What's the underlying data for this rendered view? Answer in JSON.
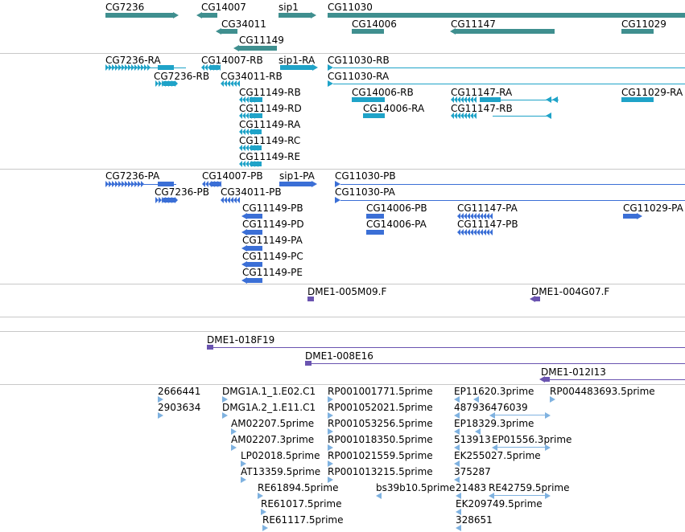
{
  "colors": {
    "gene": "#3f8f8f",
    "transcript": "#1fa3c8",
    "protein": "#3b6fd6",
    "bac_end": "#6a54b0",
    "bac": "#6a54b0",
    "est": "#7fb2e0"
  },
  "tracks": {
    "genes": {
      "labels": [
        "CG7236",
        "CG14007",
        "sip1",
        "CG11030",
        "CG34011",
        "CG14006",
        "CG11147",
        "CG11029",
        "CG11149"
      ]
    },
    "transcripts": {
      "labels": [
        "CG7236-RA",
        "CG14007-RB",
        "sip1-RA",
        "CG11030-RB",
        "CG7236-RB",
        "CG34011-RB",
        "CG11030-RA",
        "CG11149-RB",
        "CG14006-RB",
        "CG11147-RA",
        "CG11029-RA",
        "CG11149-RD",
        "CG14006-RA",
        "CG11147-RB",
        "CG11149-RA",
        "CG11149-RC",
        "CG11149-RE"
      ]
    },
    "proteins": {
      "labels": [
        "CG7236-PA",
        "CG14007-PB",
        "sip1-PA",
        "CG11030-PB",
        "CG7236-PB",
        "CG34011-PB",
        "CG11030-PA",
        "CG11149-PB",
        "CG14006-PB",
        "CG11147-PA",
        "CG11029-PA",
        "CG11149-PD",
        "CG14006-PA",
        "CG11147-PB",
        "CG11149-PA",
        "CG11149-PC",
        "CG11149-PE"
      ]
    },
    "bac_ends": {
      "labels": [
        "DME1-005M09.F",
        "DME1-004G07.F"
      ]
    },
    "bacs": {
      "labels": [
        "DME1-018F19",
        "DME1-008E16",
        "DME1-012I13"
      ]
    },
    "ests": {
      "labels": [
        "2666441",
        "DMG1A.1_1.E02.C1",
        "RP001001771.5prime",
        "EP11620.3prime",
        "RP004483693.5prime",
        "2903634",
        "DMG1A.2_1.E11.C1",
        "RP001052021.5prime",
        "487936476039",
        "AM02207.5prime",
        "RP001053256.5prime",
        "EP18329.3prime",
        "AM02207.3prime",
        "RP001018350.5prime",
        "513913",
        "EP01556.3prime",
        "LP02018.5prime",
        "RP001021559.5prime",
        "EK255027.5prime",
        "AT13359.5prime",
        "RP001013215.5prime",
        "375287",
        "RE61894.5prime",
        "bs39b10.5prime",
        "21483",
        "RE42759.5prime",
        "RE61017.5prime",
        "EK209749.5prime",
        "RE61117.5prime",
        "328651"
      ]
    }
  }
}
